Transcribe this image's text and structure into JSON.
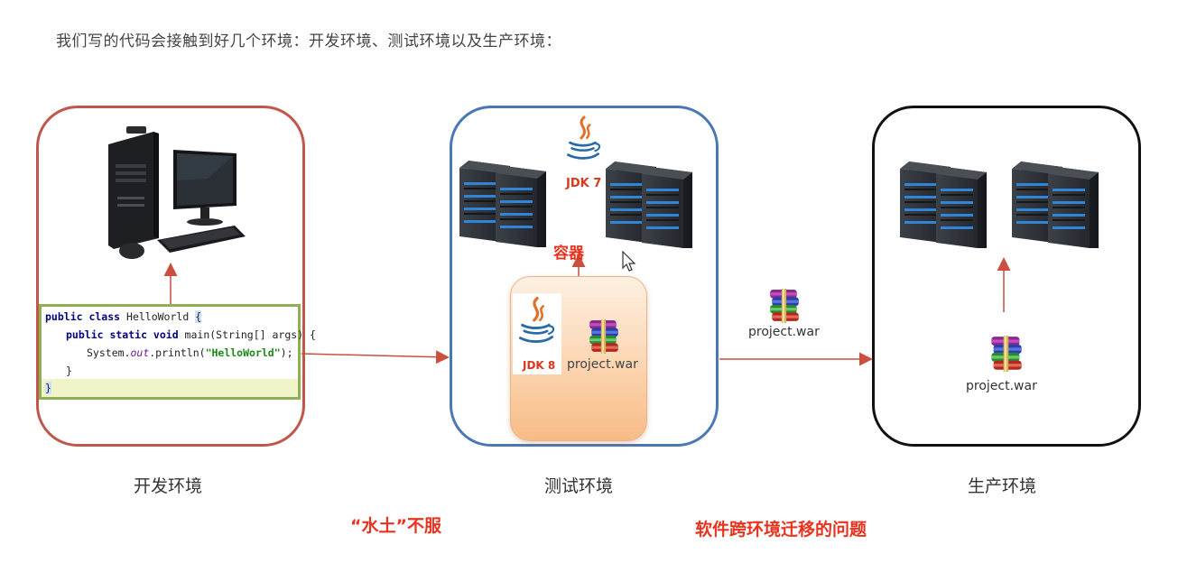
{
  "intro_text": "我们写的代码会接触到好几个环境：开发环境、测试环境以及生产环境：",
  "environments": {
    "dev": {
      "label": "开发环境"
    },
    "test": {
      "label": "测试环境"
    },
    "prod": {
      "label": "生产环境"
    }
  },
  "code": {
    "line1_kw": "public class",
    "line1_name": " HelloWorld ",
    "line1_brace": "{",
    "line2_kw": "public static void",
    "line2_rest": " main(String[] args) {",
    "line3_pre": "System.",
    "line3_field": "out",
    "line3_mid": ".println(",
    "line3_str": "\"HelloWorld\"",
    "line3_end": ");",
    "line4": "}",
    "line5": "}"
  },
  "jdk": {
    "test_server": "JDK 7",
    "container": "JDK 8"
  },
  "container_label": "容器",
  "war_file": "project.war",
  "bottom_notes": {
    "left": "“水土”不服",
    "right": "软件跨环境迁移的问题"
  },
  "colors": {
    "dev_border": "#c0574b",
    "test_border": "#4a78b5",
    "prod_border": "#111111",
    "arrow": "#c9503f",
    "highlight_red": "#e8331f"
  }
}
